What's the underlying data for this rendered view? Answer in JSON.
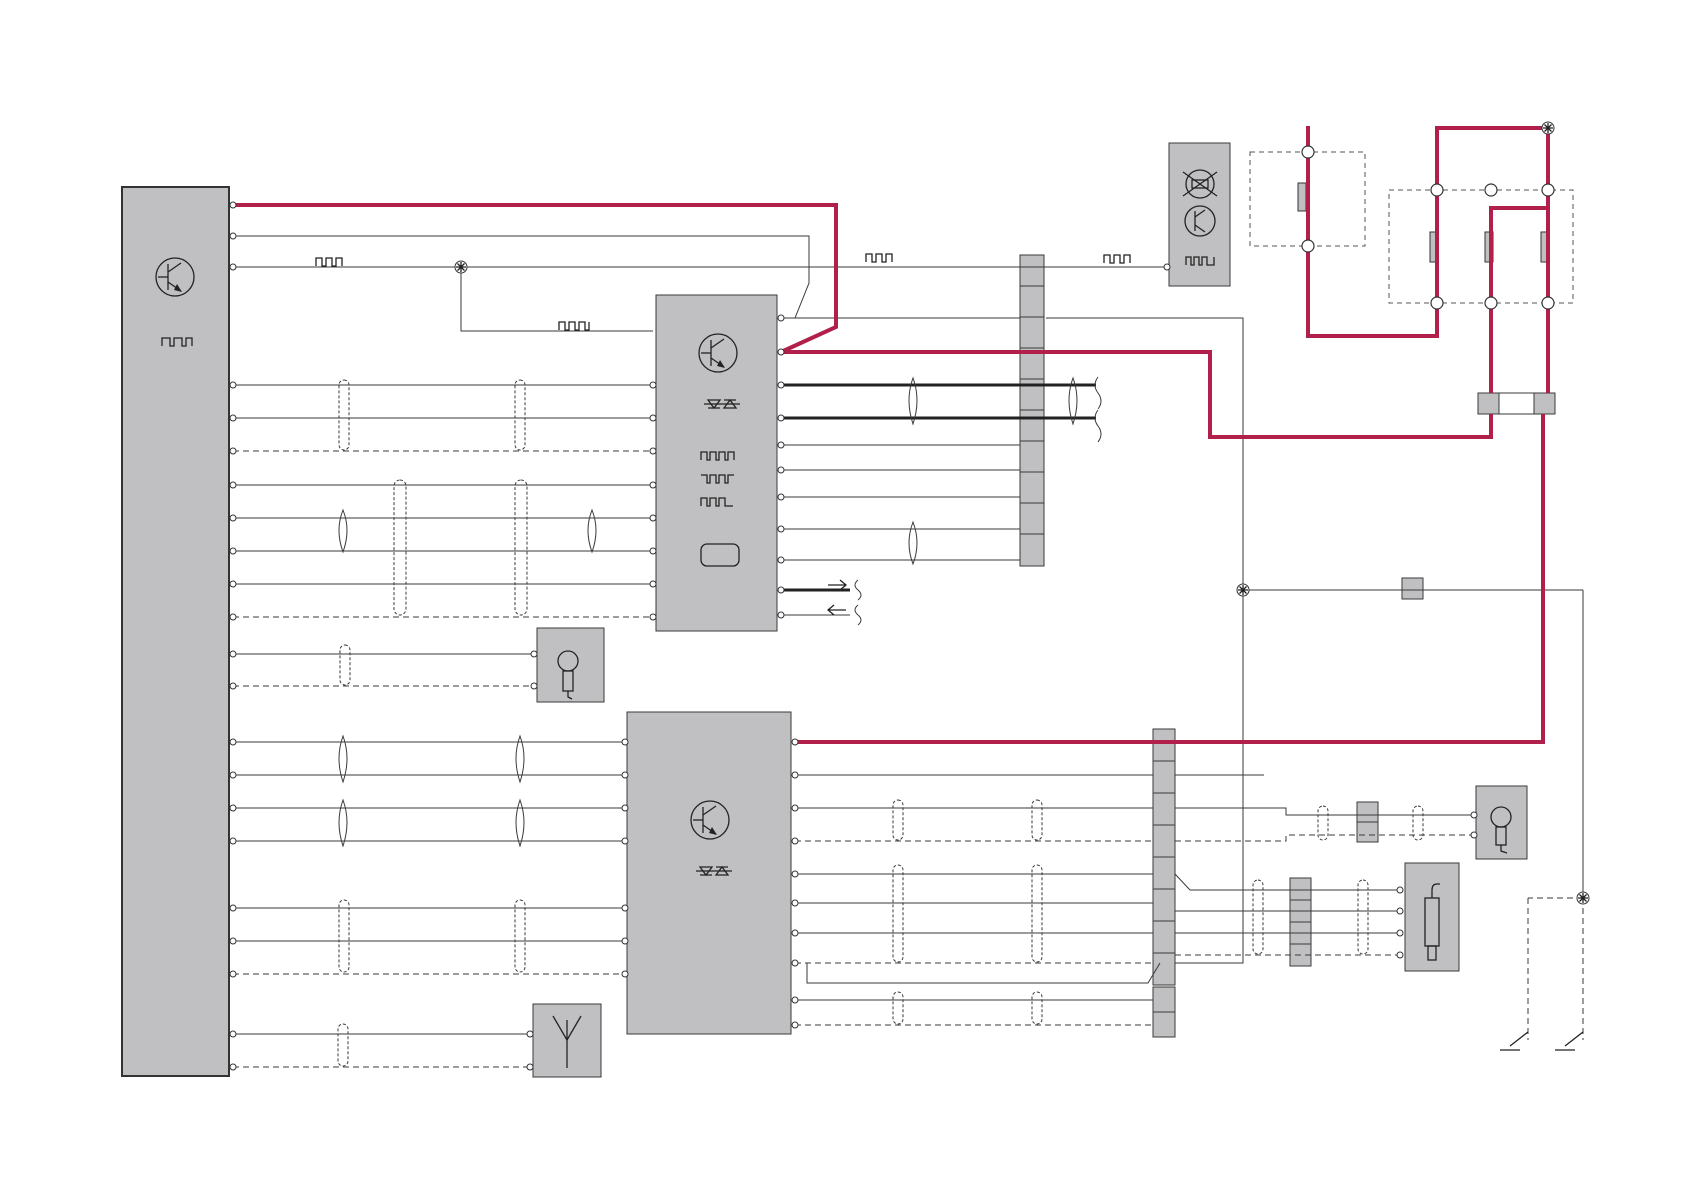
{
  "diagram": {
    "title": "",
    "colors": {
      "power_wire": "#b0204a",
      "module_fill": "#c0c0c2",
      "wire": "#3a3a3a"
    },
    "components": [
      {
        "id": "control-module-main",
        "icons": [
          "transistor-icon",
          "pulse-signal-icon"
        ]
      },
      {
        "id": "control-module-upper",
        "icons": [
          "transistor-icon",
          "diode-pair-icon",
          "pulse-signal-icon",
          "display-icon"
        ]
      },
      {
        "id": "control-module-lower",
        "icons": [
          "transistor-icon",
          "diode-pair-icon"
        ]
      },
      {
        "id": "microphone-unit-left",
        "icons": [
          "microphone-icon"
        ]
      },
      {
        "id": "antenna-unit",
        "icons": [
          "antenna-icon"
        ]
      },
      {
        "id": "lamp-transistor-unit",
        "icons": [
          "lamp-icon",
          "transistor-icon",
          "pulse-signal-icon"
        ]
      },
      {
        "id": "fuse-box-single",
        "icons": [
          "fuse-icon"
        ]
      },
      {
        "id": "fuse-box-triple",
        "icons": [
          "fuse-icon"
        ]
      },
      {
        "id": "microphone-unit-right",
        "icons": [
          "microphone-icon"
        ]
      },
      {
        "id": "headphone-jack-unit",
        "icons": [
          "jack-plug-icon"
        ]
      }
    ]
  }
}
